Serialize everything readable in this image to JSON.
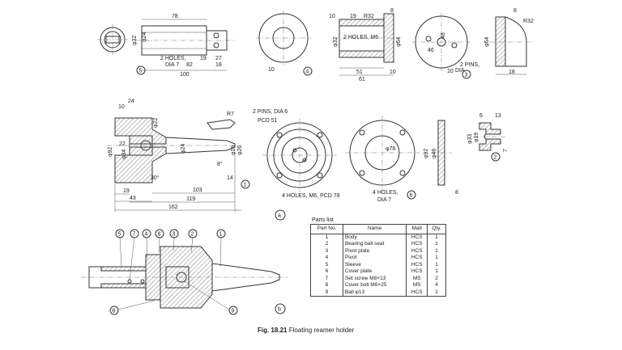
{
  "caption": {
    "label": "Fig. 18.21",
    "title": "Floating reamer holder"
  },
  "parts_list": {
    "title": "Parts list",
    "headers": [
      "Part No.",
      "Name",
      "Matl",
      "Qty."
    ],
    "rows": [
      [
        "1",
        "Body",
        "HCS",
        "1"
      ],
      [
        "2",
        "Bearing ball seat",
        "HCS",
        "1"
      ],
      [
        "3",
        "Pivot plate",
        "HCS",
        "1"
      ],
      [
        "4",
        "Pivot",
        "HCS",
        "1"
      ],
      [
        "5",
        "Sleeve",
        "HCS",
        "1"
      ],
      [
        "6",
        "Cover plate",
        "HCS",
        "1"
      ],
      [
        "7",
        "Set screw M8×13",
        "MS",
        "2"
      ],
      [
        "8",
        "Cover bolt M6×25",
        "MS",
        "4"
      ],
      [
        "9",
        "Ball φ13",
        "HCS",
        "1"
      ]
    ]
  },
  "view_labels": {
    "a": "a",
    "b": "b"
  },
  "part_tags": {
    "sleeve": "5",
    "pivot": "4",
    "pivot_plate": "3",
    "bearing_seat": "2",
    "body": "1",
    "cover_plate": "6",
    "assy_5": "5",
    "assy_7": "7",
    "assy_4": "4",
    "assy_8": "8",
    "assy_3": "3",
    "assy_2": "2",
    "assy_1": "1",
    "assy_8b": "8",
    "assy_9": "9"
  },
  "dimensions": {
    "sleeve": {
      "len78": "78",
      "holes": "2 HOLES,",
      "dia7": "DIA 7",
      "d82": "82",
      "d19": "19",
      "d27": "27",
      "d18": "18",
      "d100": "100",
      "phi32": "φ32",
      "phi24": "φ24"
    },
    "pivot": {
      "d10": "10",
      "d19": "19",
      "r32": "R32",
      "d8": "8",
      "holes": "2 HOLES, M6",
      "phi32": "φ32",
      "phi64": "φ64",
      "d51": "51",
      "d61": "61",
      "d10b": "10",
      "d10c": "10"
    },
    "pivot_plate": {
      "d48": "48",
      "d46": "46",
      "pins": "2 PINS,",
      "dia": "DIA",
      "d10": "10"
    },
    "pivot_plate_side": {
      "d8": "8",
      "r32": "R32",
      "phi64": "φ64",
      "d18": "18"
    },
    "body": {
      "d24": "24",
      "d10": "10",
      "r7": "R7",
      "phi92": "φ92",
      "d22": "22",
      "phi34": "φ34",
      "phi24": "φ24",
      "phi26": "φ26",
      "phi18": "φ18",
      "a8": "8°",
      "a30": "30°",
      "d14": "14",
      "d19": "19",
      "d43": "43",
      "d103": "103",
      "d119": "119",
      "d162": "162",
      "phi22": "φ22"
    },
    "cover_plate": {
      "pins": "2 PINS, DIA 6",
      "pcd": "PCD 51",
      "holes_m6": "4 HOLES, M6, PCD 78",
      "phi78": "φ78",
      "holes": "4 HOLES,",
      "dia7": "DIA 7",
      "phi92": "φ92",
      "phi46": "φ46",
      "d8": "8"
    },
    "bearing_seat": {
      "d6": "6",
      "d13": "13",
      "phi33": "φ33",
      "phi19": "φ19",
      "d7": "7"
    }
  }
}
